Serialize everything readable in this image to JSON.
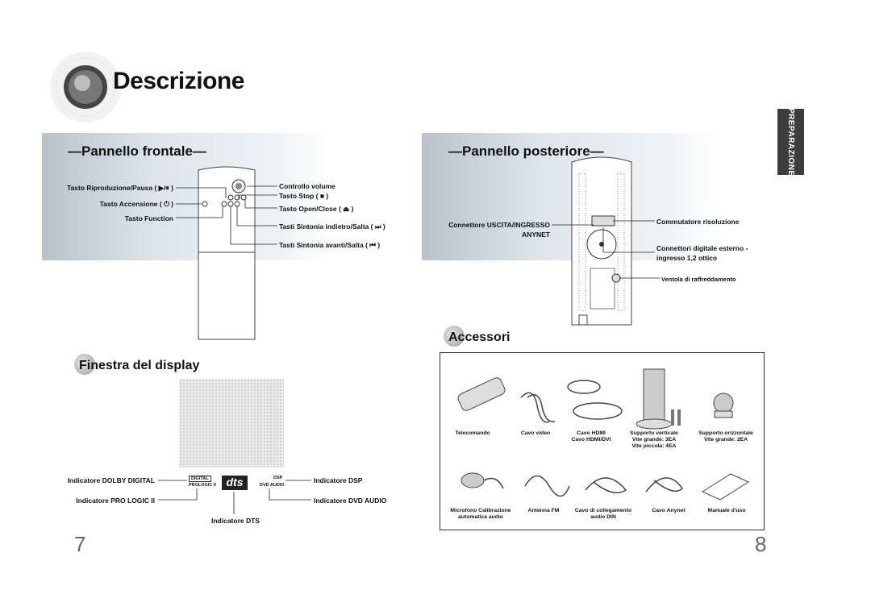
{
  "header": {
    "title": "Descrizione"
  },
  "side_tab": {
    "label": "PREPARAZIONE"
  },
  "front_panel": {
    "title": "—Pannello frontale—",
    "labels": {
      "play_pause": "Tasto Riproduzione/Pausa ( ▶/⏸ )",
      "power": "Tasto Accensione ( ⏻ )",
      "function": "Tasto Function",
      "volume": "Controllo volume",
      "stop": "Tasto Stop ( ■ )",
      "open_close": "Tasto Open/Close ( ⏏ )",
      "tune_back": "Tasti Sintonia indietro/Salta ( ⏭ )",
      "tune_forward": "Tasti Sintonia avanti/Salta ( ⏮ )"
    }
  },
  "display_window": {
    "title": "Finestra del display",
    "labels": {
      "dolby": "Indicatore DOLBY DIGITAL",
      "prologic": "Indicatore PRO LOGIC II",
      "dts": "Indicatore DTS",
      "dsp": "Indicatore DSP",
      "dvd_audio": "Indicatore DVD AUDIO"
    },
    "marks": {
      "digital": "DIGITAL",
      "prologic": "PROLOGIC II",
      "dsp": "DSP",
      "dvd_audio": "DVD AUDIO",
      "dts_logo": "dts"
    }
  },
  "rear_panel": {
    "title": "—Pannello posteriore—",
    "labels": {
      "connector_line1": "Connettore USCITA/INGRESSO",
      "connector_line2": "ANYNET",
      "resolution": "Commutatore risoluzione",
      "digital_line1": "Connettori digitale esterno -",
      "digital_line2": "ingresso 1,2 ottico",
      "fan": "Ventola di raffreddamento"
    }
  },
  "accessories": {
    "title": "Accessori",
    "row1": [
      {
        "line1": "Telecomando",
        "line2": "",
        "line3": ""
      },
      {
        "line1": "Cavo video",
        "line2": "",
        "line3": ""
      },
      {
        "line1": "Cavo HDMI",
        "line2": "Cavo HDMI/DVI",
        "line3": ""
      },
      {
        "line1": "Supporto verticale",
        "line2": "Vite grande: 3EA",
        "line3": "Vite piccola: 4EA"
      },
      {
        "line1": "Supporto orizzontale",
        "line2": "Vite grande: 2EA",
        "line3": ""
      }
    ],
    "row2": [
      {
        "line1": "Microfono Calibrazione",
        "line2": "automatica audio"
      },
      {
        "line1": "Antenna FM",
        "line2": ""
      },
      {
        "line1": "Cavo di collegamento",
        "line2": "audio DIN"
      },
      {
        "line1": "Cavo Anynet",
        "line2": ""
      },
      {
        "line1": "Manuale d'uso",
        "line2": ""
      }
    ]
  },
  "page_numbers": {
    "left": "7",
    "right": "8"
  }
}
